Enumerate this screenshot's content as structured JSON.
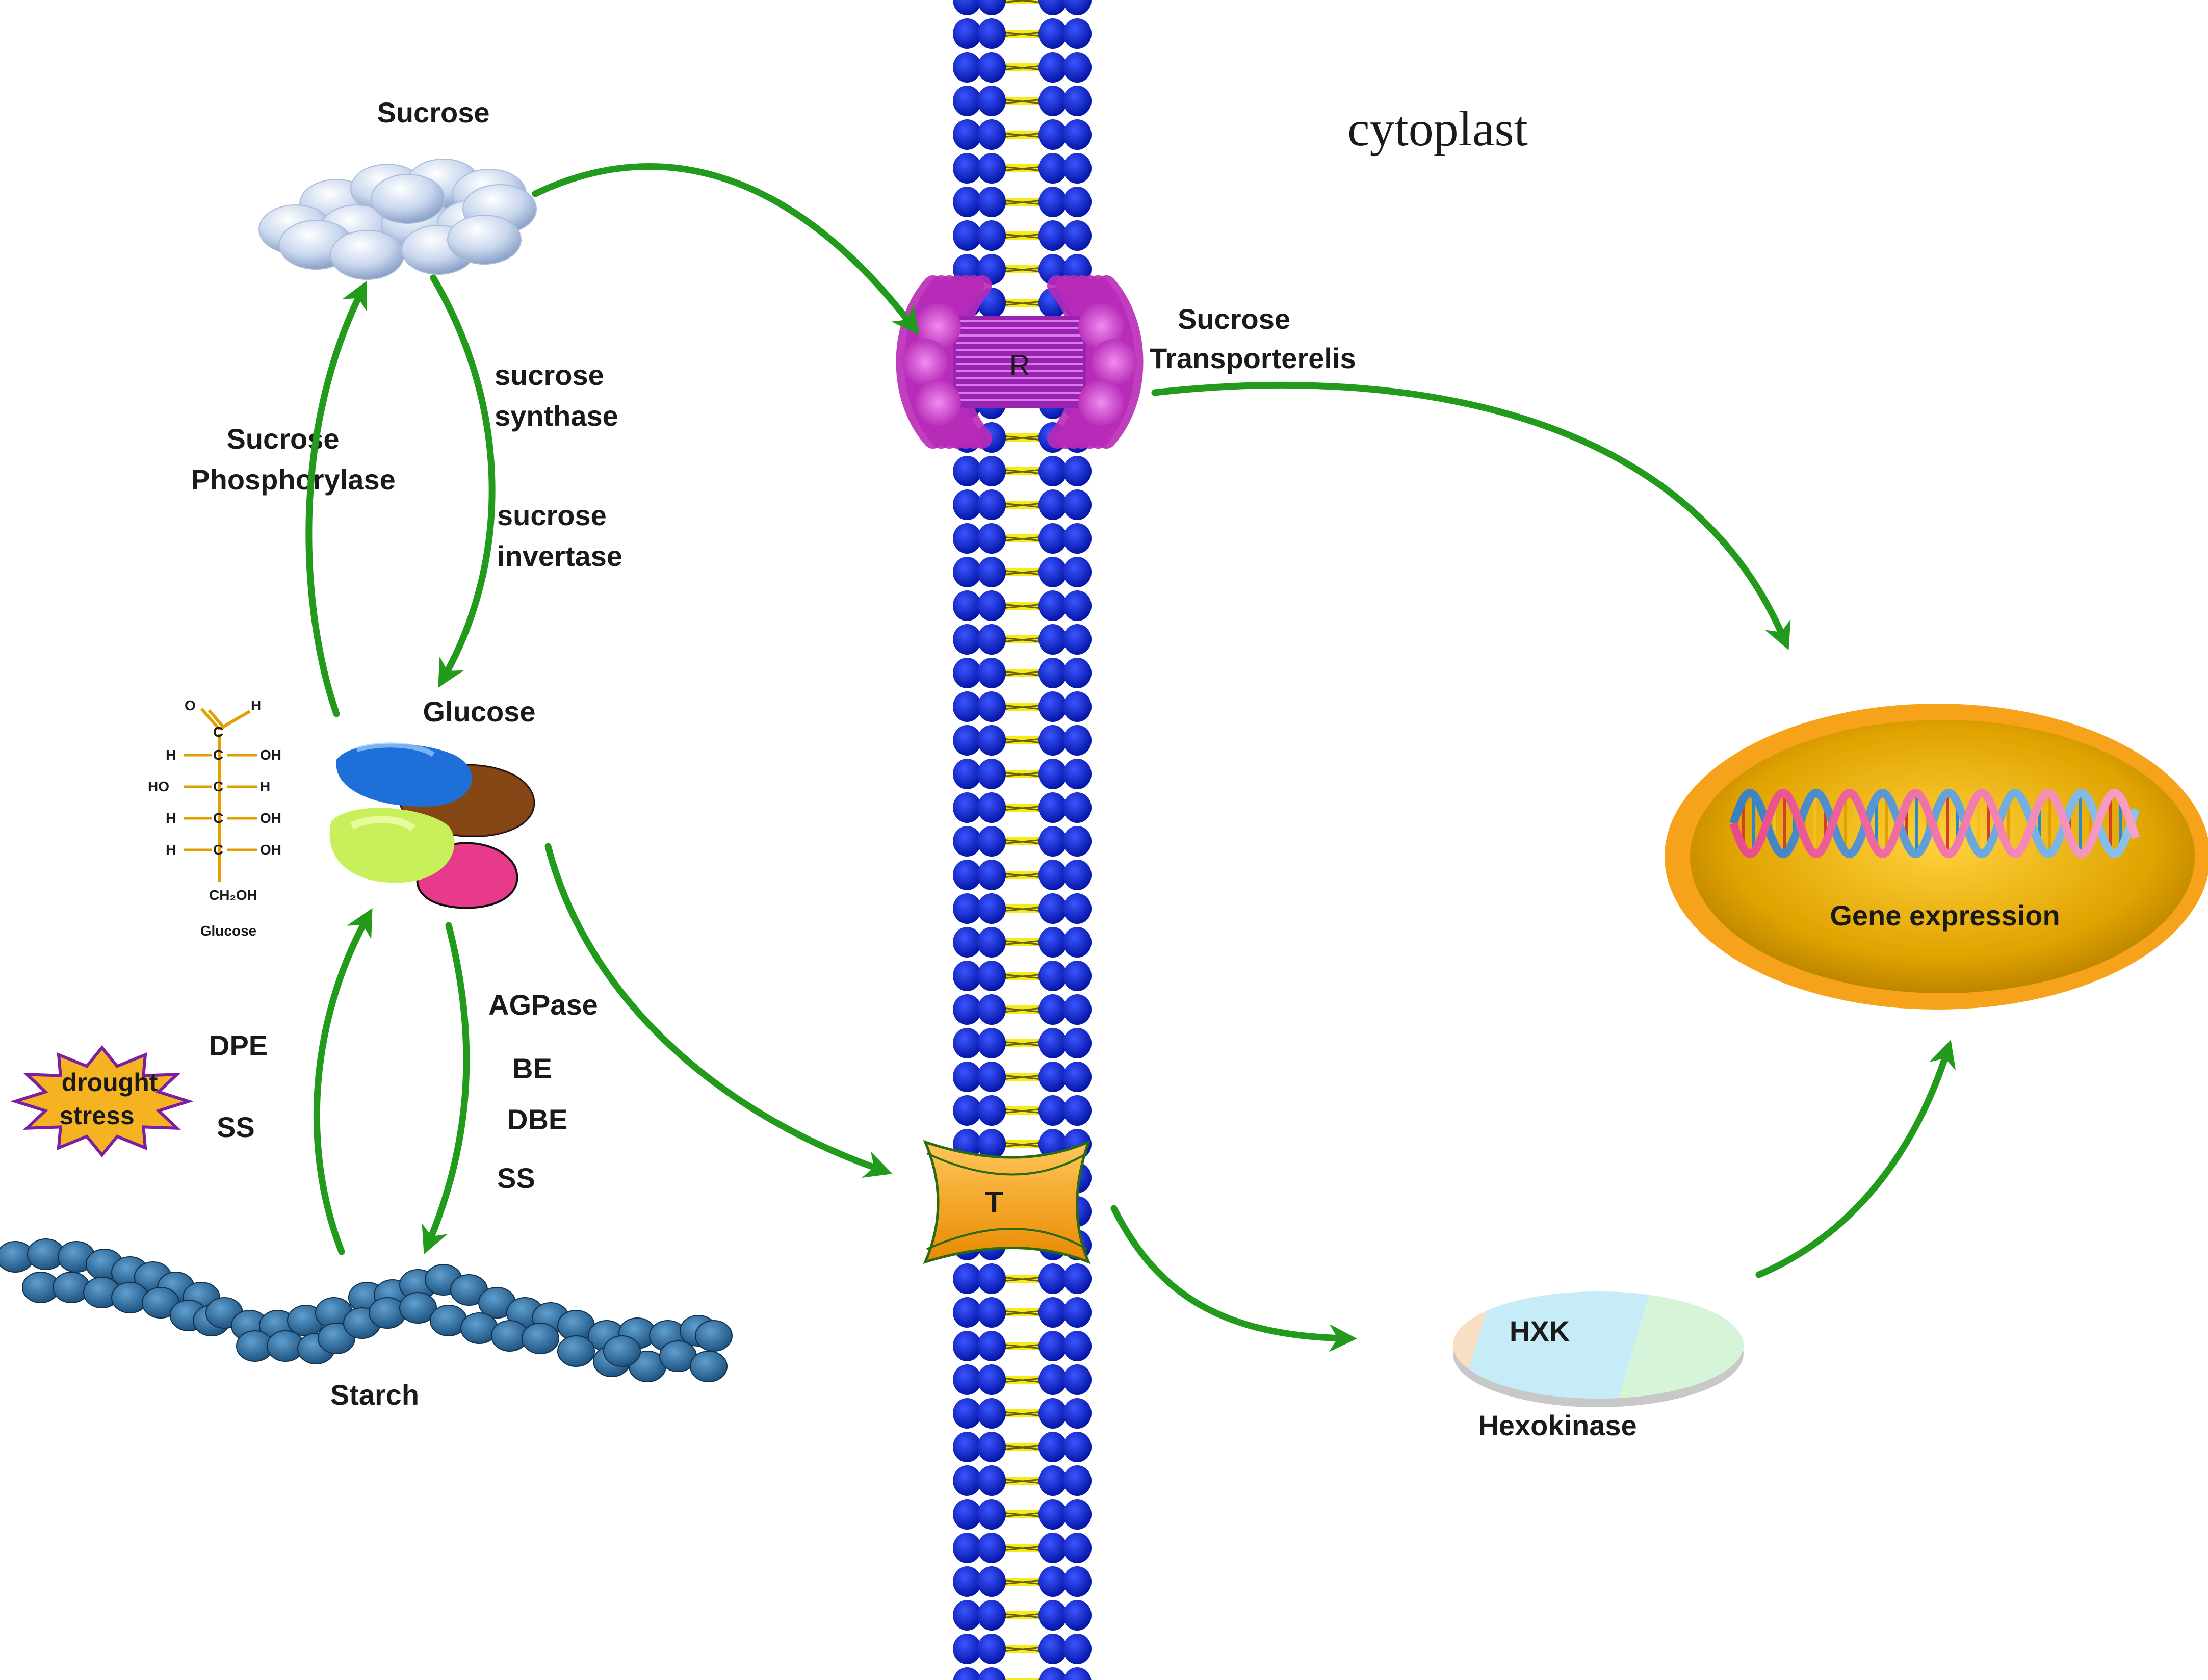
{
  "colors": {
    "arrow": "#229a1c",
    "membrane_head": "#0a1fc8",
    "membrane_tail": "#f5ea1a",
    "receptor": "#cc33cc",
    "transporter": "#f5a623",
    "nucleus_outer": "#f7a21b",
    "nucleus_inner": "#c98a00",
    "starch": "#1f5f8f",
    "drought": "#f5b321",
    "drought_border": "#7a1fa2"
  },
  "labels": {
    "sucrose": "Sucrose",
    "cytoplast": "cytoplast",
    "sucrose_synthase_1": "sucrose",
    "sucrose_synthase_2": "synthase",
    "sucrose_invertase_1": "sucrose",
    "sucrose_invertase_2": "invertase",
    "sucrose_phosphorylase_1": "Sucrose",
    "sucrose_phosphorylase_2": "Phosphorylase",
    "transporter_1": "Sucrose",
    "transporter_2": "Transporterelis",
    "glucose": "Glucose",
    "glucose_structure_caption": "Glucose",
    "agpase": "AGPase",
    "be": "BE",
    "dbe": "DBE",
    "ss_right": "SS",
    "dpe": "DPE",
    "ss_left": "SS",
    "drought_1": "drought",
    "drought_2": "stress",
    "starch": "Starch",
    "receptor": "R",
    "transporter": "T",
    "hxk": "HXK",
    "hexokinase": "Hexokinase",
    "gene_expression": "Gene expression"
  },
  "glucose_structure": {
    "top_o": "O",
    "top_h": "H",
    "c": "C",
    "rows": [
      {
        "left": "H",
        "right": "OH"
      },
      {
        "left": "HO",
        "right": "H"
      },
      {
        "left": "H",
        "right": "OH"
      },
      {
        "left": "H",
        "right": "OH"
      }
    ],
    "bottom": "CH₂OH"
  }
}
